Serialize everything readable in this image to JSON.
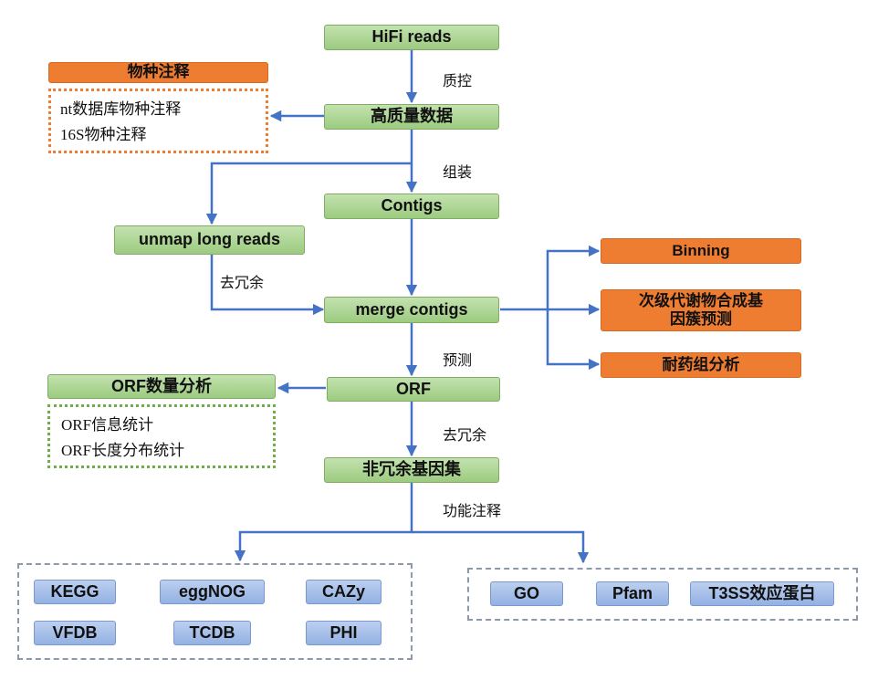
{
  "main_flow": {
    "hifi": "HiFi reads",
    "hq": "高质量数据",
    "contigs": "Contigs",
    "unmap": "unmap long reads",
    "merge": "merge contigs",
    "orf": "ORF",
    "nr": "非冗余基因集"
  },
  "edge_labels": {
    "qc": "质控",
    "assembly": "组装",
    "dedup_1": "去冗余",
    "predict": "预测",
    "dedup_2": "去冗余",
    "func": "功能注释"
  },
  "species_panel": {
    "header": "物种注释",
    "items": [
      "nt数据库物种注释",
      "16S物种注释"
    ]
  },
  "orf_panel": {
    "header": "ORF数量分析",
    "items": [
      "ORF信息统计",
      "ORF长度分布统计"
    ]
  },
  "right_outputs": {
    "binning": "Binning",
    "bgc": "次级代谢物合成基因簇预测",
    "resist": "耐药组分析"
  },
  "db_left": [
    "KEGG",
    "eggNOG",
    "CAZy",
    "VFDB",
    "TCDB",
    "PHI"
  ],
  "db_right": [
    "GO",
    "Pfam",
    "T3SS效应蛋白"
  ],
  "colors": {
    "green_box": "#a9d18e",
    "orange_box": "#ee7d31",
    "blue_box": "#a4bfe8",
    "arrow": "#4472c4"
  }
}
